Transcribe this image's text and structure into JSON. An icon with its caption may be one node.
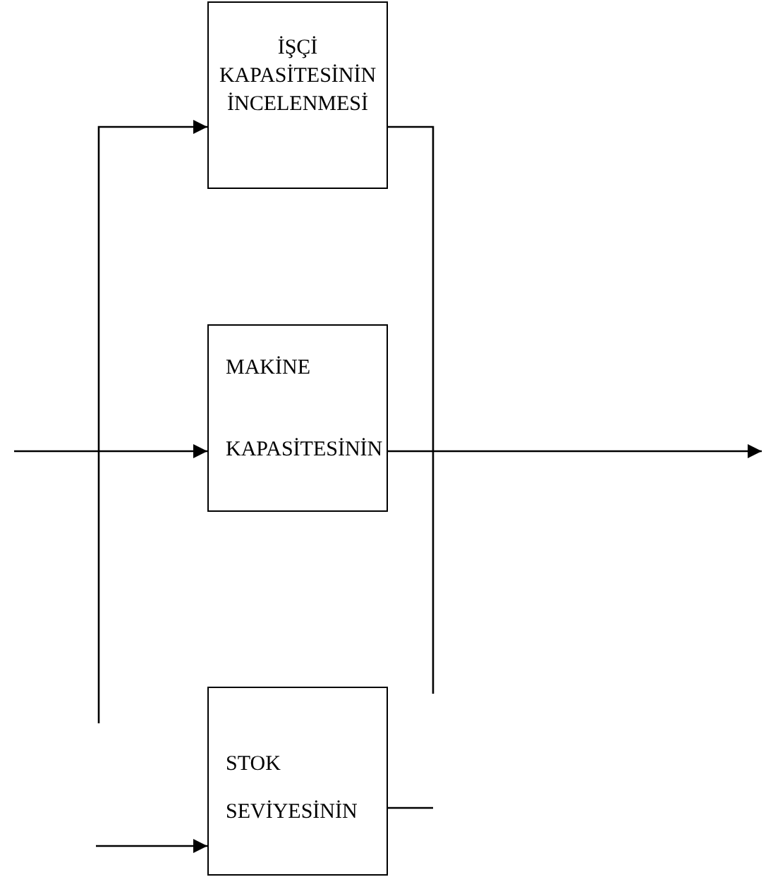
{
  "diagram": {
    "nodes": [
      {
        "text": [
          "İŞÇİ KAPASİTESİNİN İNCELENMESİ"
        ]
      },
      {
        "text": [
          "MAKİNE",
          "KAPASİTESİNİN"
        ]
      },
      {
        "text": [
          "STOK",
          "SEVİYESİNİN"
        ]
      }
    ],
    "edges": [
      {
        "from": null,
        "to": 0,
        "arrow": "to"
      },
      {
        "from": null,
        "to": 1,
        "arrow": "to"
      },
      {
        "from": null,
        "to": 2,
        "arrow": "to"
      },
      {
        "from": 0,
        "to": null,
        "arrow": "none"
      },
      {
        "from": 1,
        "to": null,
        "arrow": "to"
      },
      {
        "from": 2,
        "to": null,
        "arrow": "none"
      }
    ]
  }
}
